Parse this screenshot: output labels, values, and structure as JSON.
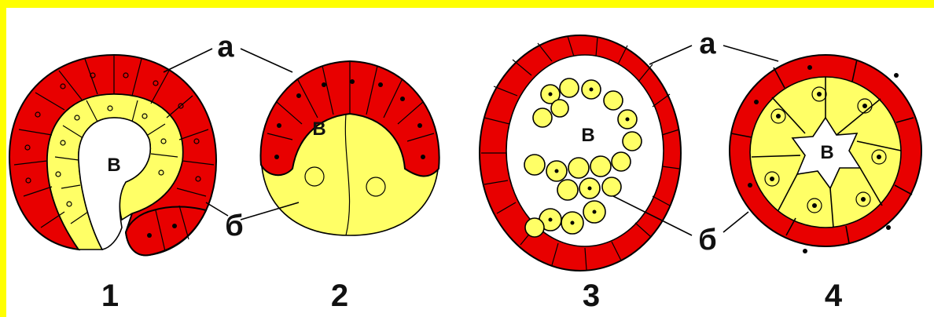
{
  "figure": {
    "labels": {
      "a": "а",
      "b": "б",
      "cavity": "В"
    },
    "stages": [
      {
        "number": "1"
      },
      {
        "number": "2"
      },
      {
        "number": "3"
      },
      {
        "number": "4"
      }
    ],
    "colors": {
      "frame": "#ffff00",
      "outer_layer": "#e80000",
      "inner_layer": "#ffff66",
      "background": "#ffffff"
    }
  }
}
